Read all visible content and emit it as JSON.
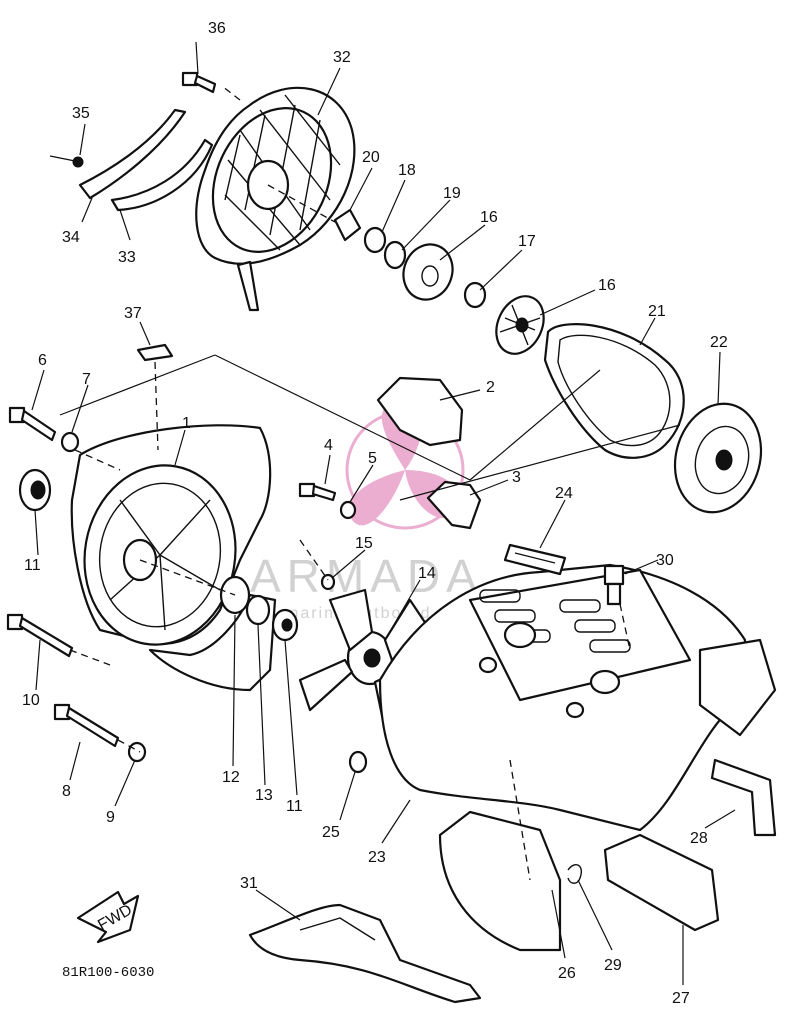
{
  "watermark": {
    "brand": "ARMADA",
    "tagline": "marine outboard",
    "color": "#e8a0c8"
  },
  "diagram": {
    "drawing_code": "81R100-6030",
    "fwd_label": "FWD",
    "callouts": {
      "n1": "1",
      "n2": "2",
      "n3": "3",
      "n4": "4",
      "n5": "5",
      "n6": "6",
      "n7": "7",
      "n8": "8",
      "n9": "9",
      "n10": "10",
      "n11a": "11",
      "n11b": "11",
      "n12": "12",
      "n13": "13",
      "n14": "14",
      "n15": "15",
      "n16a": "16",
      "n16b": "16",
      "n17": "17",
      "n18": "18",
      "n19": "19",
      "n20": "20",
      "n21": "21",
      "n22": "22",
      "n23": "23",
      "n24": "24",
      "n25": "25",
      "n26": "26",
      "n27": "27",
      "n28": "28",
      "n29": "29",
      "n30": "30",
      "n31": "31",
      "n32": "32",
      "n33": "33",
      "n34": "34",
      "n35": "35",
      "n36": "36",
      "n37": "37"
    }
  }
}
